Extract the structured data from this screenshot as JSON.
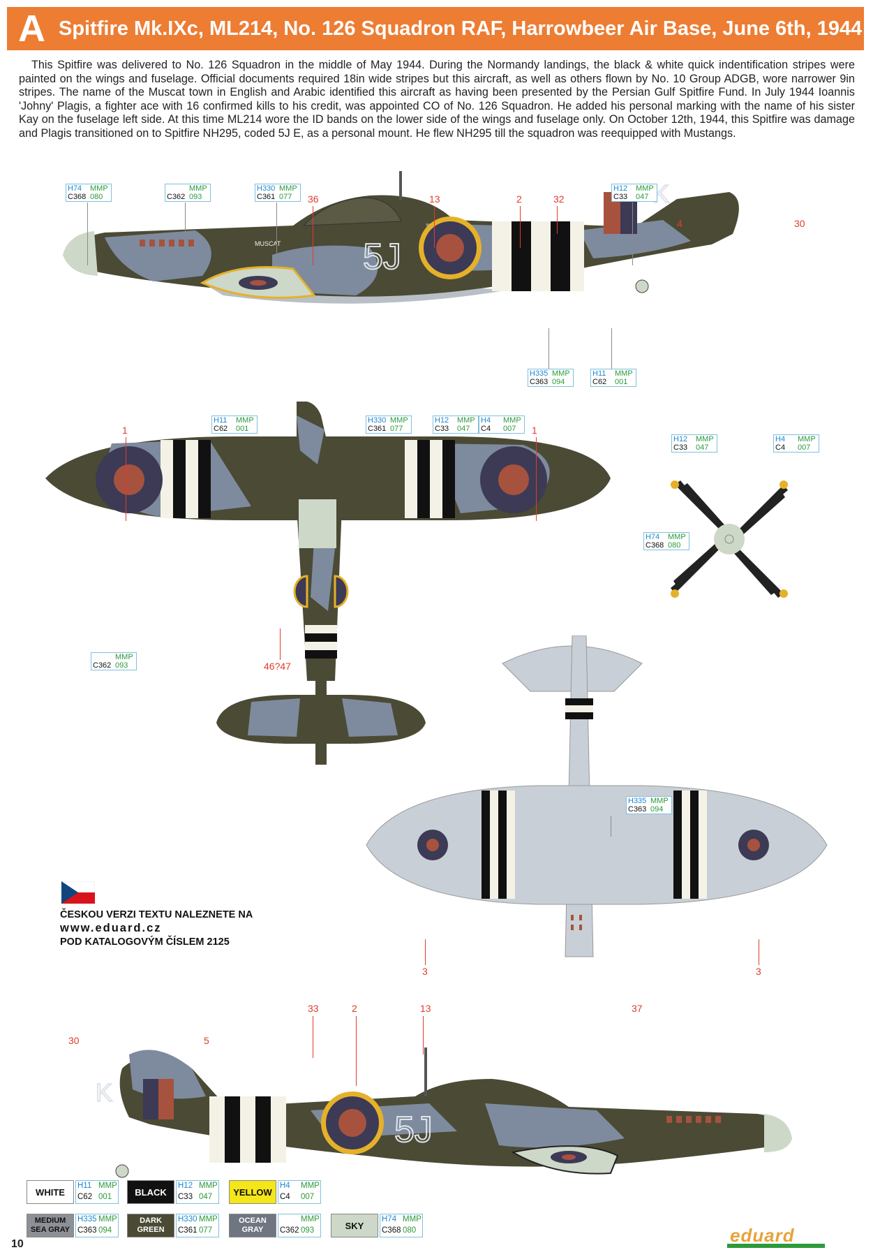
{
  "header": {
    "letter": "A",
    "title": "Spitfire Mk.IXc, ML214, No. 126 Squadron RAF, Harrowbeer Air Base, June 6th, 1944"
  },
  "description": "This Spitfire was delivered to No. 126 Squadron in the middle of May 1944. During the Normandy landings, the black & white quick indentification stripes were painted on the wings and fuselage. Official documents required 18in wide stripes but this aircraft, as well as others flown by No. 10 Group ADGB, wore narrower 9in stripes. The name of the Muscat town in English and Arabic identified this aircraft as having been presented by the Persian Gulf Spitfire Fund. In July 1944 Ioannis 'Johny' Plagis, a fighter ace with 16 confirmed kills to his credit, was appointed CO of No. 126 Squadron. He added his personal marking with the name of his sister Kay on the fuselage left side. At this time ML214 wore the ID bands on the lower side of the wings and fuselage only. On October 12th, 1944, this Spitfire was damage and Plagis transitioned on to Spitfire NH295, coded 5J E, as a personal mount. He flew NH295 till the squadron was reequipped with Mustangs.",
  "aircraft_markings": {
    "code_left": "5J",
    "code_k": "K",
    "muscat": "MUSCAT",
    "code_right_k": "K",
    "code_right": "5J"
  },
  "paint_labels": [
    {
      "h": "H74",
      "m": "MMP",
      "c": "C368",
      "n": "080"
    },
    {
      "h": "",
      "m": "MMP",
      "c": "C362",
      "n": "093"
    },
    {
      "h": "H330",
      "m": "MMP",
      "c": "C361",
      "n": "077"
    },
    {
      "h": "H12",
      "m": "MMP",
      "c": "C33",
      "n": "047"
    },
    {
      "h": "H335",
      "m": "MMP",
      "c": "C363",
      "n": "094"
    },
    {
      "h": "H11",
      "m": "MMP",
      "c": "C62",
      "n": "001"
    },
    {
      "h": "H11",
      "m": "MMP",
      "c": "C62",
      "n": "001"
    },
    {
      "h": "H330",
      "m": "MMP",
      "c": "C361",
      "n": "077"
    },
    {
      "h": "H12",
      "m": "MMP",
      "c": "C33",
      "n": "047"
    },
    {
      "h": "H4",
      "m": "MMP",
      "c": "C4",
      "n": "007"
    },
    {
      "h": "H12",
      "m": "MMP",
      "c": "C33",
      "n": "047"
    },
    {
      "h": "H4",
      "m": "MMP",
      "c": "C4",
      "n": "007"
    },
    {
      "h": "H74",
      "m": "MMP",
      "c": "C368",
      "n": "080"
    },
    {
      "h": "",
      "m": "MMP",
      "c": "C362",
      "n": "093"
    },
    {
      "h": "H335",
      "m": "MMP",
      "c": "C363",
      "n": "094"
    }
  ],
  "decal_numbers": [
    "36",
    "13",
    "2",
    "32",
    "4",
    "30",
    "1",
    "1",
    "46?47",
    "3",
    "3",
    "37",
    "33",
    "2",
    "13",
    "30",
    "5"
  ],
  "czech_note": {
    "line1": "ČESKOU VERZI TEXTU NALEZNETE NA",
    "line2": "www.eduard.cz",
    "line3": "POD KATALOGOVÝM ČÍSLEM 2125"
  },
  "legend": [
    {
      "name": "WHITE",
      "bg": "#ffffff",
      "fg": "#111111",
      "h": "H11",
      "m": "MMP",
      "c": "C62",
      "n": "001"
    },
    {
      "name": "BLACK",
      "bg": "#111111",
      "fg": "#ffffff",
      "h": "H12",
      "m": "MMP",
      "c": "C33",
      "n": "047"
    },
    {
      "name": "YELLOW",
      "bg": "#f5e61a",
      "fg": "#111111",
      "h": "H4",
      "m": "MMP",
      "c": "C4",
      "n": "007"
    },
    {
      "name": "MEDIUM SEA GRAY",
      "bg": "#8d9096",
      "fg": "#111111",
      "h": "H335",
      "m": "MMP",
      "c": "C363",
      "n": "094"
    },
    {
      "name": "DARK GREEN",
      "bg": "#4b4a35",
      "fg": "#ffffff",
      "h": "H330",
      "m": "MMP",
      "c": "C361",
      "n": "077"
    },
    {
      "name": "OCEAN GRAY",
      "bg": "#6f7681",
      "fg": "#ffffff",
      "h": "",
      "m": "MMP",
      "c": "C362",
      "n": "093"
    },
    {
      "name": "SKY",
      "bg": "#cdd8c8",
      "fg": "#111111",
      "h": "H74",
      "m": "MMP",
      "c": "C368",
      "n": "080"
    }
  ],
  "page_number": "10",
  "brand": "eduard",
  "colors": {
    "banner": "#ec7d33",
    "dark_green": "#4b4a35",
    "ocean_gray": "#7e8b9e",
    "sea_gray": "#b9bfc6",
    "roundel_blue": "#3c3a55",
    "roundel_red": "#a6523e",
    "yellow": "#e5b12a"
  }
}
